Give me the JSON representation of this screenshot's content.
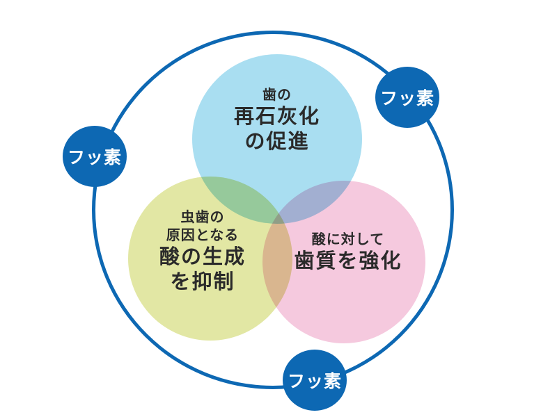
{
  "diagram": {
    "type": "venn",
    "subject": "fluoride-effects-on-teeth",
    "ring_color": "#0d68b3",
    "text_color": "#2a2a2a",
    "badges": {
      "left": {
        "label": "フッ素"
      },
      "top_right": {
        "label": "フッ素"
      },
      "bottom": {
        "label": "フッ素"
      }
    },
    "circles": {
      "remineralization": {
        "color": "#a9def1",
        "line1": "歯の",
        "line2": "再石灰化",
        "line3": "の促進"
      },
      "acid_suppression": {
        "color": "#e2e7a4",
        "line1": "虫歯の",
        "line2": "原因となる",
        "line3": "酸の生成",
        "line4": "を抑制"
      },
      "strengthen_enamel": {
        "color": "#f5c9de",
        "line1": "酸に対して",
        "line2": "歯質を強化"
      }
    }
  }
}
